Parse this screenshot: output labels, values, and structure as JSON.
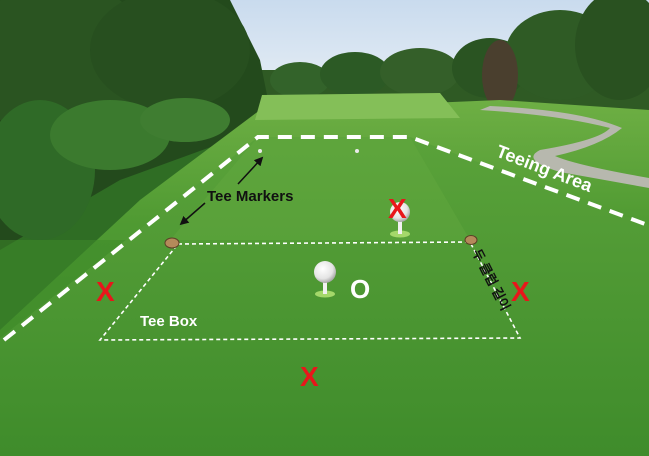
{
  "labels": {
    "teeing_area": "Teeing Area",
    "tee_markers": "Tee Markers",
    "tee_box": "Tee Box",
    "two_club_lengths": "두 클럽 길이",
    "ok_mark": "O"
  },
  "marks": {
    "x_symbol": "X"
  },
  "colors": {
    "x_mark": "#e8161b",
    "fairway": "#5fa33c",
    "tee_grass": "#4d9532",
    "sky": "#dfe9f2"
  }
}
